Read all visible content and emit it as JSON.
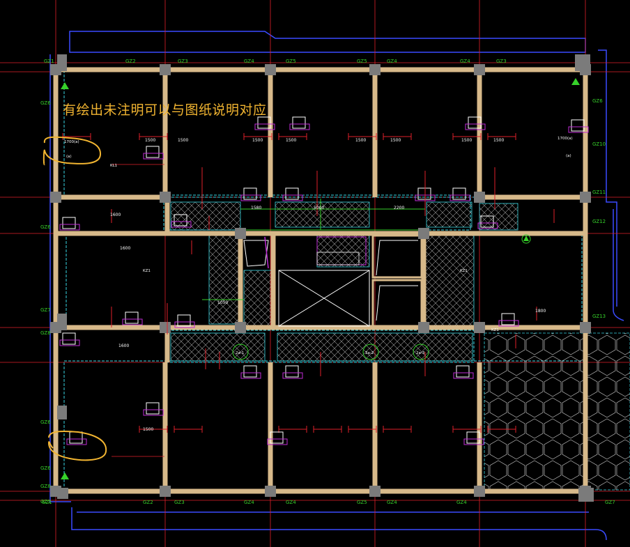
{
  "annotation": "有绘出未注明可以与图纸说明对应",
  "colors": {
    "background": "#000000",
    "grid_red": "#e0202a",
    "wall": "#d7b98a",
    "column": "#7b7b7b",
    "cyan": "#39d6e3",
    "blue": "#3a4bff",
    "magenta": "#c02bd6",
    "green": "#36d12a",
    "yellow_highlight": "#f2b531",
    "white": "#ffffff"
  },
  "column_tags": {
    "top": [
      "GZ1",
      "GZ2",
      "GZ3",
      "GZ4",
      "GZ5",
      "GZ5",
      "GZ4",
      "GZ4",
      "GZ3"
    ],
    "left": [
      "GZ6",
      "GZ6",
      "GZ7",
      "GZ8",
      "GZ6",
      "GZ6",
      "GZ8",
      "GZ1"
    ],
    "right": [
      "GZ6",
      "GZ10",
      "GZ11",
      "GZ12",
      "GZ13"
    ],
    "bottom": [
      "GZ1",
      "GZ2",
      "GZ3",
      "GZ4",
      "GZ4",
      "GZ5",
      "GZ4",
      "GZ4",
      "GZ7"
    ]
  },
  "dimension_labels": [
    "1500",
    "1500",
    "1500",
    "1500",
    "1500",
    "1500",
    "1500",
    "1500",
    "1580",
    "5000",
    "2200",
    "1050",
    "1500",
    "1600",
    "1600",
    "1600",
    "1800"
  ],
  "small_labels": [
    "KZ1",
    "KZ1",
    "KZ1",
    "2a-1",
    "2a-2",
    "2a-3",
    "1700(a)",
    "(a)",
    "1700(a)",
    "(a)",
    "KL1"
  ],
  "icons": [
    "north-marker-icon",
    "elevator-cross-icon",
    "stair-symbol-icon"
  ]
}
